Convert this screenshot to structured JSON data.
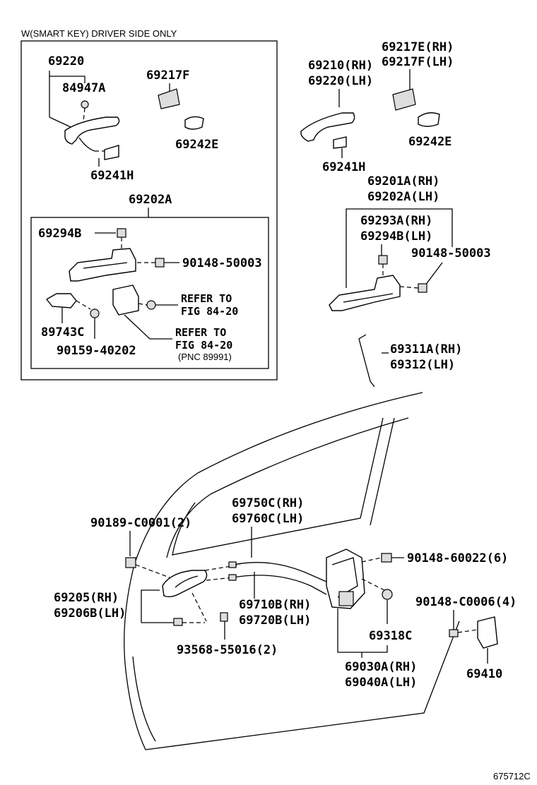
{
  "inset": {
    "title": "W(SMART KEY) DRIVER SIDE ONLY",
    "labels": {
      "l69220": "69220",
      "l84947A": "84947A",
      "l69217F": "69217F",
      "l69242E": "69242E",
      "l69241H": "69241H",
      "l69202A": "69202A",
      "l69294B": "69294B",
      "l90148_50003": "90148-50003",
      "l_refer1a": "REFER TO",
      "l_refer1b": "FIG 84-20",
      "l89743C": "89743C",
      "l90159_40202": "90159-40202",
      "l_refer2a": "REFER TO",
      "l_refer2b": "FIG 84-20",
      "l_pnc": "(PNC 89991)"
    }
  },
  "main": {
    "labels": {
      "l69217E": "69217E(RH)",
      "l69217F": "69217F(LH)",
      "l69210": "69210(RH)",
      "l69220": "69220(LH)",
      "l69242E": "69242E",
      "l69241H": "69241H",
      "l69201A": "69201A(RH)",
      "l69202A": "69202A(LH)",
      "l69293A": "69293A(RH)",
      "l69294B": "69294B(LH)",
      "l90148_50003": "90148-50003",
      "l69311A": "69311A(RH)",
      "l69312": "69312(LH)",
      "l90189": "90189-C0001(2)",
      "l69750C": "69750C(RH)",
      "l69760C": "69760C(LH)",
      "l90148_60022": "90148-60022(6)",
      "l69205": "69205(RH)",
      "l69206B": "69206B(LH)",
      "l69710B": "69710B(RH)",
      "l69720B": "69720B(LH)",
      "l90148_C0006": "90148-C0006(4)",
      "l69318C": "69318C",
      "l93568": "93568-55016(2)",
      "l69030A": "69030A(RH)",
      "l69040A": "69040A(LH)",
      "l69410": "69410"
    }
  },
  "figure_code": "675712C"
}
